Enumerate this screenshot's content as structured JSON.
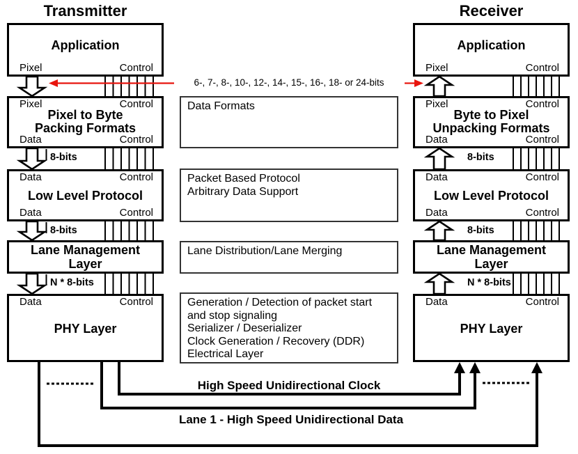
{
  "transmitter": {
    "title": "Transmitter",
    "boxes": [
      {
        "title_lines": [
          "Application"
        ],
        "ports_bottom": [
          "Pixel",
          "Control"
        ]
      },
      {
        "title_lines": [
          "Pixel to Byte",
          "Packing Formats"
        ],
        "ports_top": [
          "Pixel",
          "Control"
        ],
        "ports_bottom": [
          "Data",
          "Control"
        ]
      },
      {
        "title_lines": [
          "Low Level Protocol"
        ],
        "ports_top": [
          "Data",
          "Control"
        ],
        "ports_bottom": [
          "Data",
          "Control"
        ]
      },
      {
        "title_lines": [
          "Lane Management",
          "Layer"
        ]
      },
      {
        "title_lines": [
          "PHY Layer"
        ],
        "ports_top": [
          "Data",
          "Control"
        ]
      }
    ],
    "bus_labels": [
      "8-bits",
      "8-bits",
      "N * 8-bits"
    ]
  },
  "receiver": {
    "title": "Receiver",
    "boxes": [
      {
        "title_lines": [
          "Application"
        ],
        "ports_bottom": [
          "Pixel",
          "Control"
        ]
      },
      {
        "title_lines": [
          "Byte to Pixel",
          "Unpacking Formats"
        ],
        "ports_top": [
          "Pixel",
          "Control"
        ],
        "ports_bottom": [
          "Data",
          "Control"
        ]
      },
      {
        "title_lines": [
          "Low Level Protocol"
        ],
        "ports_top": [
          "Data",
          "Control"
        ],
        "ports_bottom": [
          "Data",
          "Control"
        ]
      },
      {
        "title_lines": [
          "Lane Management",
          "Layer"
        ]
      },
      {
        "title_lines": [
          "PHY Layer"
        ],
        "ports_top": [
          "Data",
          "Control"
        ]
      }
    ],
    "bus_labels": [
      "8-bits",
      "8-bits",
      "N * 8-bits"
    ]
  },
  "notes": [
    {
      "lines": [
        "Data Formats"
      ]
    },
    {
      "lines": [
        "Packet Based Protocol",
        "Arbitrary Data Support"
      ]
    },
    {
      "lines": [
        "Lane Distribution/Lane Merging"
      ]
    },
    {
      "lines": [
        "Generation / Detection of packet start",
        "and stop signaling",
        "Serializer / Deserializer",
        "Clock Generation / Recovery (DDR)",
        "Electrical Layer"
      ]
    }
  ],
  "annotations": {
    "bits_range": "6-, 7-, 8-, 10-, 12-, 14-, 15-, 16-, 18- or 24-bits",
    "clock_label": "High Speed Unidirectional Clock",
    "lane1_label": "Lane 1 - High Speed Unidirectional Data"
  },
  "colors": {
    "red_accent": "#e8150d",
    "line_black": "#000000"
  }
}
